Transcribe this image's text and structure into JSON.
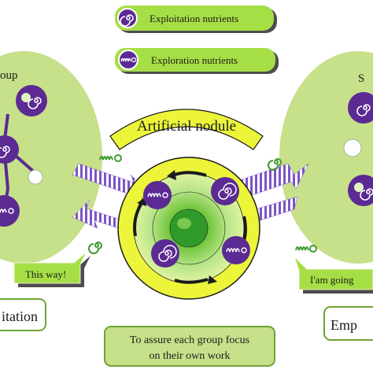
{
  "legend": {
    "exploitation_label": "Exploitation nutrients",
    "exploration_label": "Exploration nutrients"
  },
  "center": {
    "title": "Artificial nodule"
  },
  "left_group": {
    "title_fragment": "oup",
    "bubble_text": "This way!",
    "box_text": "itation"
  },
  "right_group": {
    "title_fragment": "S",
    "bubble_text": "I'am going",
    "box_text": "Emp"
  },
  "note": {
    "line1": "To assure each group focus",
    "line2": "on their own work"
  },
  "colors": {
    "green_light": "#c7e08a",
    "green_bright": "#9ed63a",
    "purple": "#5b2a93",
    "yellow": "#ecf53a",
    "arrow_purple": "#7b55c7"
  },
  "icons": {
    "exploitation": "spiral-icon",
    "exploration": "spring-icon"
  }
}
